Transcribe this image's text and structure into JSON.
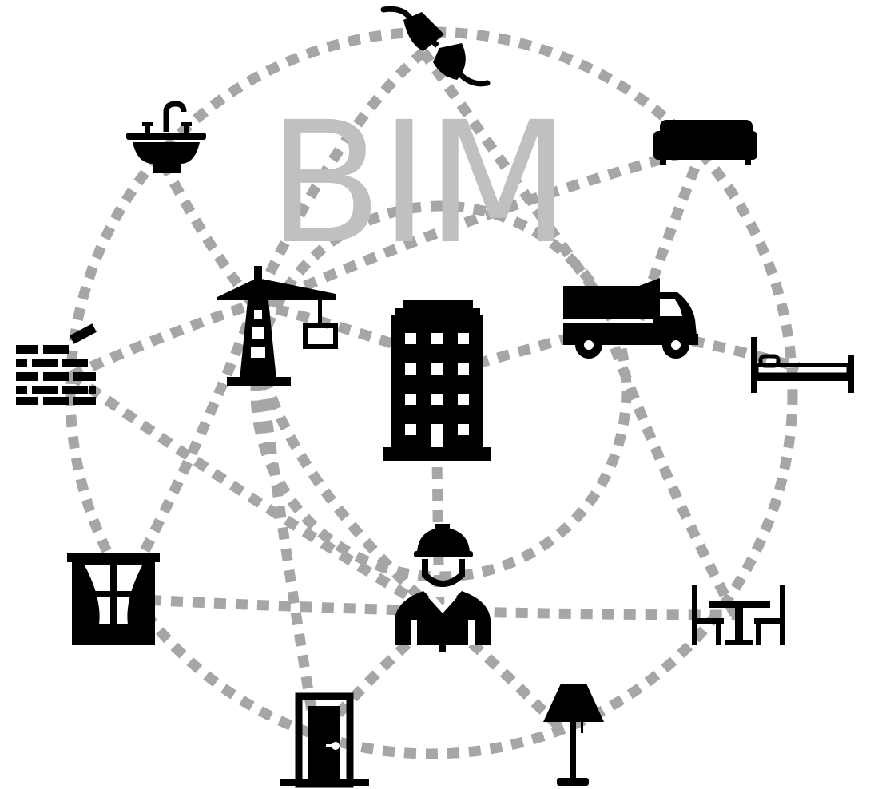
{
  "title": "BIM",
  "colors": {
    "connector": "#a6a6a6",
    "title": "#c0c0c0",
    "icon": "#000000"
  },
  "nodes": [
    {
      "id": "building",
      "icon": "office-building-icon"
    },
    {
      "id": "worker",
      "icon": "construction-worker-icon"
    },
    {
      "id": "crane",
      "icon": "tower-crane-icon"
    },
    {
      "id": "truck",
      "icon": "dump-truck-icon"
    },
    {
      "id": "plug",
      "icon": "electrical-plug-icon"
    },
    {
      "id": "sink",
      "icon": "sink-icon"
    },
    {
      "id": "sofa",
      "icon": "sofa-icon"
    },
    {
      "id": "bricks",
      "icon": "brick-wall-icon"
    },
    {
      "id": "bed",
      "icon": "bed-icon"
    },
    {
      "id": "window",
      "icon": "window-curtains-icon"
    },
    {
      "id": "table",
      "icon": "table-chairs-icon"
    },
    {
      "id": "door",
      "icon": "door-icon"
    },
    {
      "id": "lamp",
      "icon": "floor-lamp-icon"
    }
  ]
}
